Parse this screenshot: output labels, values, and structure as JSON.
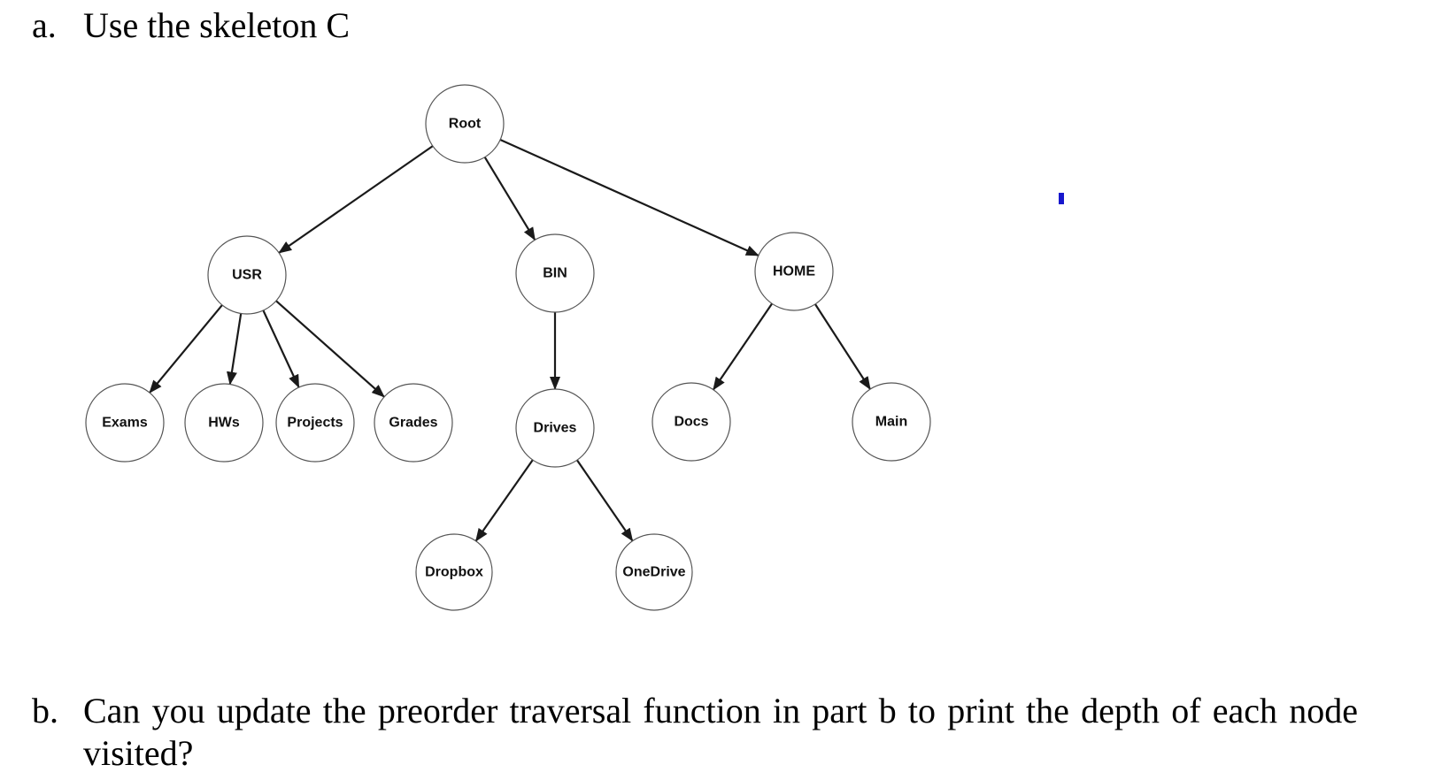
{
  "questions": {
    "a": {
      "marker": "a.",
      "text": "Use the skeleton C"
    },
    "b": {
      "marker": "b.",
      "text": "Can you update the preorder traversal function in part b to print the depth of each node visited?"
    }
  },
  "tree": {
    "nodes": [
      {
        "label": "Root"
      },
      {
        "label": "USR"
      },
      {
        "label": "BIN"
      },
      {
        "label": "HOME"
      },
      {
        "label": "Exams"
      },
      {
        "label": "HWs"
      },
      {
        "label": "Projects"
      },
      {
        "label": "Grades"
      },
      {
        "label": "Drives"
      },
      {
        "label": "Docs"
      },
      {
        "label": "Main"
      },
      {
        "label": "Dropbox"
      },
      {
        "label": "OneDrive"
      }
    ],
    "edges": [
      {
        "from": "Root",
        "to": "USR"
      },
      {
        "from": "Root",
        "to": "BIN"
      },
      {
        "from": "Root",
        "to": "HOME"
      },
      {
        "from": "USR",
        "to": "Exams"
      },
      {
        "from": "USR",
        "to": "HWs"
      },
      {
        "from": "USR",
        "to": "Projects"
      },
      {
        "from": "USR",
        "to": "Grades"
      },
      {
        "from": "BIN",
        "to": "Drives"
      },
      {
        "from": "HOME",
        "to": "Docs"
      },
      {
        "from": "HOME",
        "to": "Main"
      },
      {
        "from": "Drives",
        "to": "Dropbox"
      },
      {
        "from": "Drives",
        "to": "OneDrive"
      }
    ]
  },
  "colors": {
    "background": "#ffffff",
    "text": "#000000",
    "edge": "#1a1a1a",
    "node_outline": "#555555",
    "node_fill": "#ffffff",
    "caret_mark_blue": "#1717cd"
  }
}
